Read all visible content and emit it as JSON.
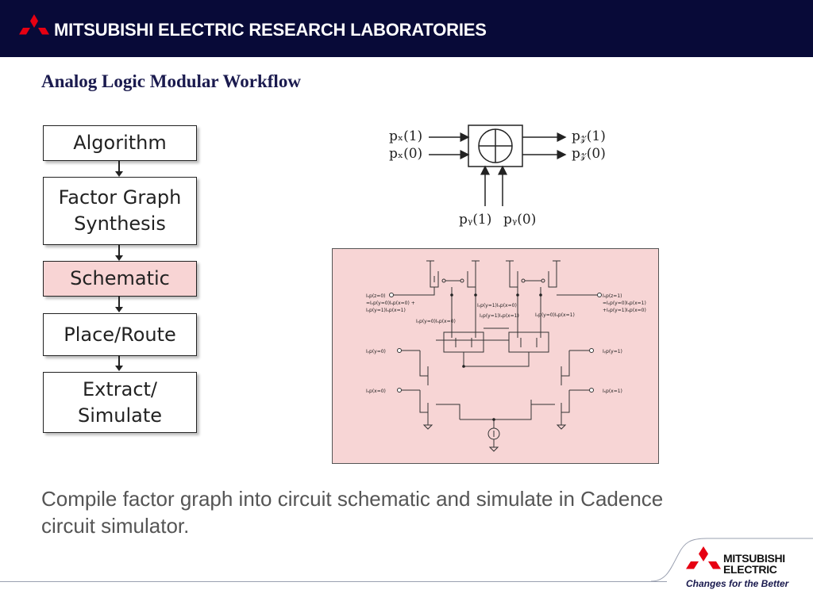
{
  "header": {
    "title": "MITSUBISHI ELECTRIC RESEARCH LABORATORIES"
  },
  "slide": {
    "title": "Analog Logic Modular Workflow"
  },
  "workflow": {
    "steps": [
      "Algorithm",
      "Factor Graph\nSynthesis",
      "Schematic",
      "Place/Route",
      "Extract/\nSimulate"
    ],
    "highlighted_step": "Schematic"
  },
  "xor_block": {
    "in_x1": "pₓ(1)",
    "in_x0": "pₓ(0)",
    "out_z1": "p𝓏(1)",
    "out_z0": "p𝓏(0)",
    "in_y1": "pᵧ(1)",
    "in_y0": "pᵧ(0)"
  },
  "schematic": {
    "label_z0": "Iₛp(z=0)",
    "label_z0_eq1": "=Iᵧp(y=0)Iₛp(x=0) +",
    "label_z0_eq2": "Iᵧp(y=1)Iₛp(x=1)",
    "label_z1": "Iₛp(z=1)",
    "label_z1_eq1": "=Iᵧp(y=0)Iₛp(x=1)",
    "label_z1_eq2": "+Iᵧp(y=1)Iₛp(x=0)",
    "label_m1": "Iᵧp(y=1)Iₛp(x=0)",
    "label_m2": "Iᵧp(y=1)Iₛp(x=1)",
    "label_m3": "Iᵧp(y=0)Iₛp(x=0)",
    "label_m4": "Iᵧp(y=0)Iₛp(x=1)",
    "label_y0": "Iᵧp(y=0)",
    "label_y1": "Iᵧp(y=1)",
    "label_x0": "Iₛp(x=0)",
    "label_x1": "Iₛp(x=1)"
  },
  "caption": "Compile factor graph into circuit schematic and simulate in Cadence circuit simulator.",
  "footer": {
    "brand_line1": "MITSUBISHI",
    "brand_line2": "ELECTRIC",
    "slogan": "Changes for the Better"
  },
  "colors": {
    "header_bg": "#080a38",
    "logo_red": "#e60012",
    "highlight": "#f8d4d4",
    "schematic_bg": "#f7d5d5"
  }
}
